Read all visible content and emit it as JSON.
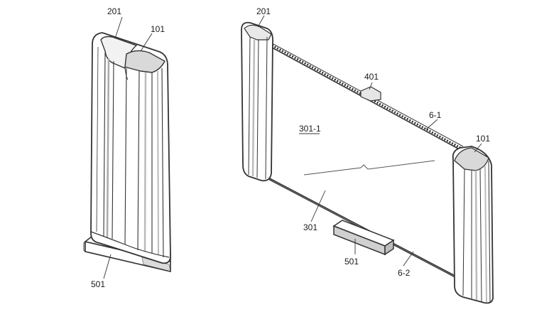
{
  "labels": {
    "left_top": "201",
    "left_cap": "101",
    "left_base": "501",
    "right_top": "201",
    "right_cap": "101",
    "support": "401",
    "display": "301-1",
    "top_edge": "6-1",
    "screen": "301",
    "stand": "501",
    "bottom_edge": "6-2"
  }
}
